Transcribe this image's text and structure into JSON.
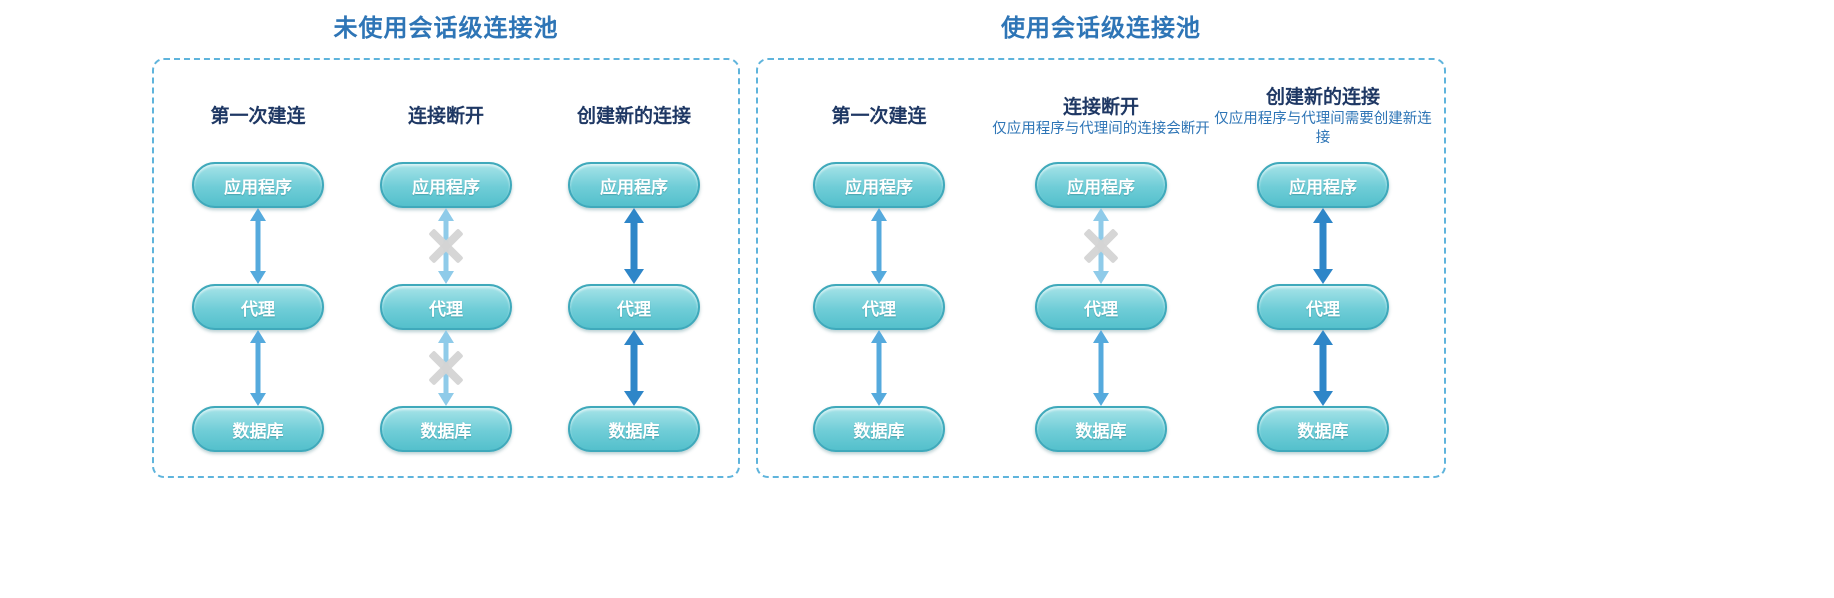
{
  "diagram": {
    "panels": [
      {
        "title": "未使用会话级连接池",
        "columns": [
          {
            "header": "第一次建连",
            "subtitle": "",
            "nodes": [
              "应用程序",
              "代理",
              "数据库"
            ],
            "arrows": [
              "normal",
              "normal"
            ]
          },
          {
            "header": "连接断开",
            "subtitle": "",
            "nodes": [
              "应用程序",
              "代理",
              "数据库"
            ],
            "arrows": [
              "crossed",
              "crossed"
            ]
          },
          {
            "header": "创建新的连接",
            "subtitle": "",
            "nodes": [
              "应用程序",
              "代理",
              "数据库"
            ],
            "arrows": [
              "thick",
              "thick"
            ]
          }
        ]
      },
      {
        "title": "使用会话级连接池",
        "columns": [
          {
            "header": "第一次建连",
            "subtitle": "",
            "nodes": [
              "应用程序",
              "代理",
              "数据库"
            ],
            "arrows": [
              "normal",
              "normal"
            ]
          },
          {
            "header": "连接断开",
            "subtitle": "仅应用程序与代理间的连接会断开",
            "nodes": [
              "应用程序",
              "代理",
              "数据库"
            ],
            "arrows": [
              "crossed",
              "normal"
            ]
          },
          {
            "header": "创建新的连接",
            "subtitle": "仅应用程序与代理间需要创建新连接",
            "nodes": [
              "应用程序",
              "代理",
              "数据库"
            ],
            "arrows": [
              "thick",
              "thick"
            ]
          }
        ]
      }
    ],
    "colors": {
      "title": "#2E75B6",
      "header": "#1F3864",
      "subtitle": "#2E75B6",
      "panel_border": "#5FB4DC",
      "node_fill_top": "#A6E3E8",
      "node_fill_bottom": "#54C0CC",
      "node_border": "#3FA9BB",
      "arrow_normal": "#55AADD",
      "arrow_crossed": "#8FCBE9",
      "arrow_thick": "#2E86C8",
      "cross": "#D4D4D4"
    }
  }
}
